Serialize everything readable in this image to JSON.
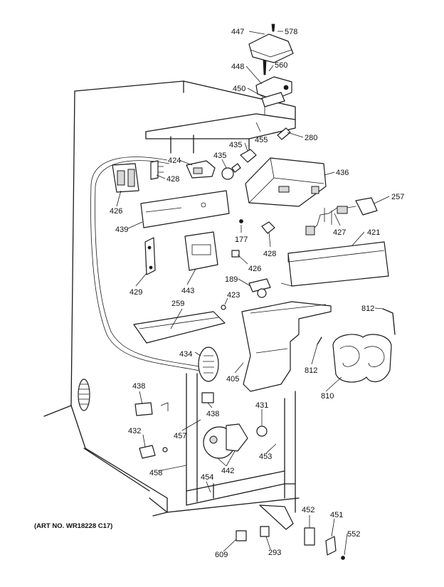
{
  "art_number": "(ART NO. WR18228 C17)",
  "labels": [
    "447",
    "578",
    "448",
    "560",
    "450",
    "455",
    "280",
    "435",
    "435",
    "424",
    "428",
    "436",
    "426",
    "257",
    "439",
    "177",
    "428",
    "427",
    "421",
    "426",
    "189",
    "429",
    "443",
    "423",
    "259",
    "812",
    "434",
    "405",
    "812",
    "810",
    "438",
    "438",
    "431",
    "432",
    "457",
    "453",
    "442",
    "458",
    "454",
    "452",
    "451",
    "552",
    "609",
    "293"
  ]
}
